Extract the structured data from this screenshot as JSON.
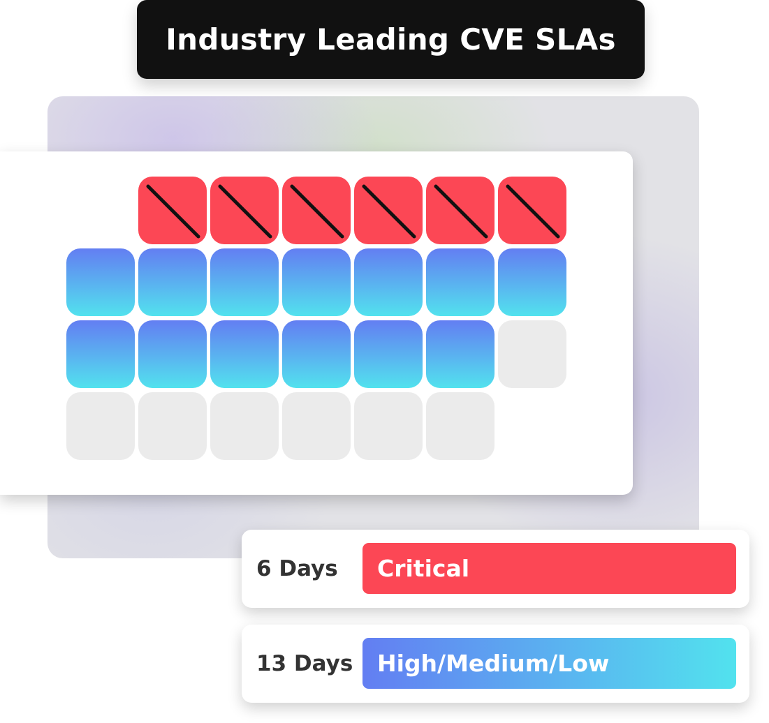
{
  "title": "Industry Leading CVE SLAs",
  "colors": {
    "critical": "#fc4755",
    "blue_top": "#637ef2",
    "blue_bottom": "#52e2ee",
    "empty": "#ebebeb",
    "title_bg": "#111111"
  },
  "grid": {
    "rows": [
      [
        "none",
        "critical",
        "critical",
        "critical",
        "critical",
        "critical",
        "critical"
      ],
      [
        "blue",
        "blue",
        "blue",
        "blue",
        "blue",
        "blue",
        "blue"
      ],
      [
        "blue",
        "blue",
        "blue",
        "blue",
        "blue",
        "blue",
        "empty"
      ],
      [
        "empty",
        "empty",
        "empty",
        "empty",
        "empty",
        "empty",
        "none"
      ]
    ],
    "critical_cell_icon": "strike-icon"
  },
  "legend": [
    {
      "days": "6 Days",
      "label": "Critical",
      "color": "critical"
    },
    {
      "days": "13 Days",
      "label": "High/Medium/Low",
      "color": "blue"
    }
  ]
}
